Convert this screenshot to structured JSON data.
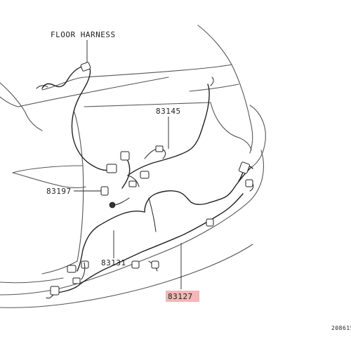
{
  "labels": {
    "floor_harness": "FLOOR HARNESS",
    "part_83145": "83145",
    "part_83197": "83197",
    "part_83131": "83131",
    "part_83127": "83127",
    "corner_code": "208615"
  },
  "colors": {
    "highlight": "#f4b6b6",
    "line": "#222222"
  }
}
